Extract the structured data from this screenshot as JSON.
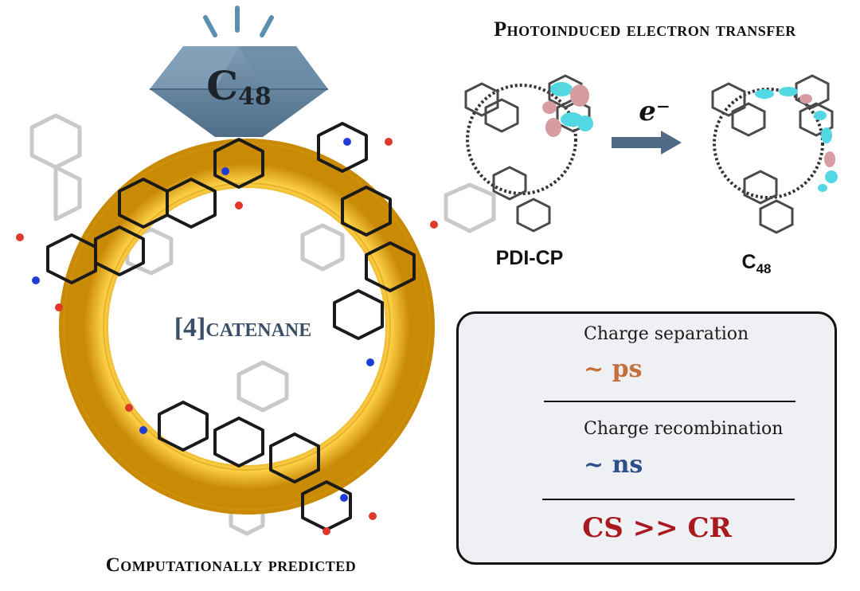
{
  "title": "Photoinduced electron transfer",
  "caption": "Computationally predicted",
  "catenane_label": "[4]catenane",
  "crown": {
    "base": "C",
    "subscript": "48"
  },
  "transfer": {
    "electron_label": "e⁻",
    "left_label": "PDI-CP",
    "right_label": {
      "base": "C",
      "subscript": "48"
    }
  },
  "info": {
    "separation": {
      "label": "Charge separation",
      "value": "~ ps"
    },
    "recombination": {
      "label": "Charge recombination",
      "value": "~ ns"
    },
    "comparison": "CS >> CR"
  },
  "colors": {
    "ring": "#f2b21a",
    "crown": "#5b7b97",
    "separation": "#c4703c",
    "recombination": "#2e4f8a",
    "comparison": "#a8181e",
    "lobe_pink": "#d79c9f",
    "lobe_cyan": "#52d8e3"
  }
}
